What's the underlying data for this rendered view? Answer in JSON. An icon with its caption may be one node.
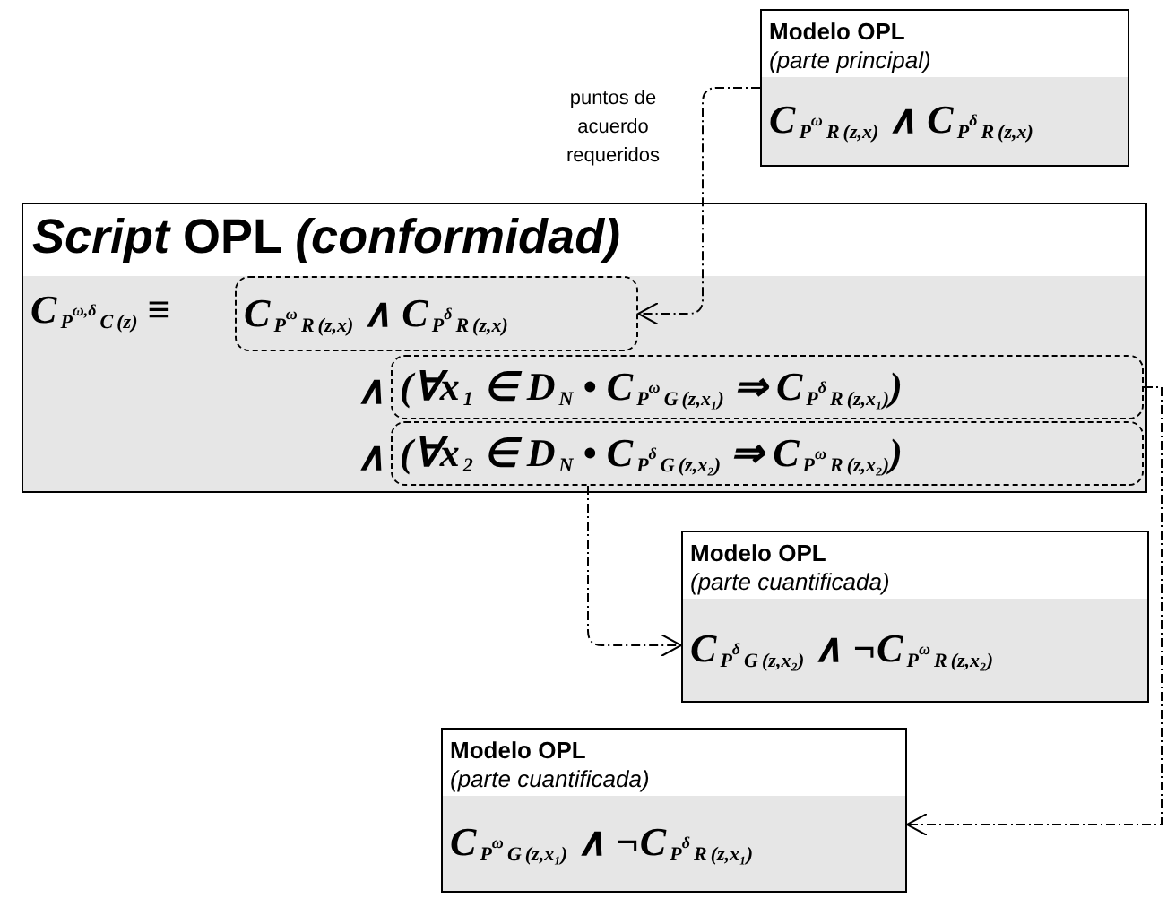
{
  "diagram": {
    "nodes": [
      {
        "text": [
          "Modelo OPL",
          "(parte principal)",
          "C$_{P}$$^{ω}$$_{R}$$_{(z,x)}$ ∧ C$_{P}$$^{δ}$$_{R}$$_{(z,x)}$"
        ]
      },
      {
        "text": [
          "*Script* OPL *(conformidad)*",
          "C$_{P}$$^{ω,δ}$$_{C}$$_{(z)}$ ≡",
          "∧",
          "∧"
        ]
      },
      {
        "text": [
          "C$_{P}$$^{ω}$$_{R}$$_{(z,x)}$ ∧ C$_{P}$$^{δ}$$_{R}$$_{(z,x)}$"
        ],
        "in": 1
      },
      {
        "text": [
          "(∀x$_{1}$ ∈ D$_{N}$ • C$_{P}$$^{ω}$$_{G}$$_{(z,x₁)}$ ⇒ C$_{P}$$^{δ}$$_{R}$$_{(z,x₁)}$)"
        ],
        "in": 1
      },
      {
        "text": [
          "(∀x$_{2}$ ∈ D$_{N}$ • C$_{P}$$^{δ}$$_{G}$$_{(z,x₂)}$ ⇒ C$_{P}$$^{ω}$$_{R}$$_{(z,x₂)}$)"
        ],
        "in": 1
      },
      {
        "text": [
          "Modelo OPL",
          "(parte cuantificada)",
          "C$_{P}$$^{δ}$$_{G}$$_{(z,x₂)}$ ∧ ¬C$_{P}$$^{ω}$$_{R}$$_{(z,x₂)}$"
        ]
      },
      {
        "text": [
          "Modelo OPL",
          "(parte cuantificada)",
          "C$_{P}$$^{ω}$$_{G}$$_{(z,x₁)}$ ∧ ¬C$_{P}$$^{δ}$$_{R}$$_{(z,x₁)}$"
        ]
      }
    ],
    "edges": [
      {
        "from": 0,
        "to": 2,
        "arrow": "to",
        "style": "dashed",
        "label": "puntos de acuerdo requeridos"
      },
      {
        "from": 4,
        "to": 5,
        "arrow": "to",
        "style": "dashed"
      },
      {
        "from": 3,
        "to": 6,
        "arrow": "to",
        "style": "dashed"
      }
    ]
  }
}
